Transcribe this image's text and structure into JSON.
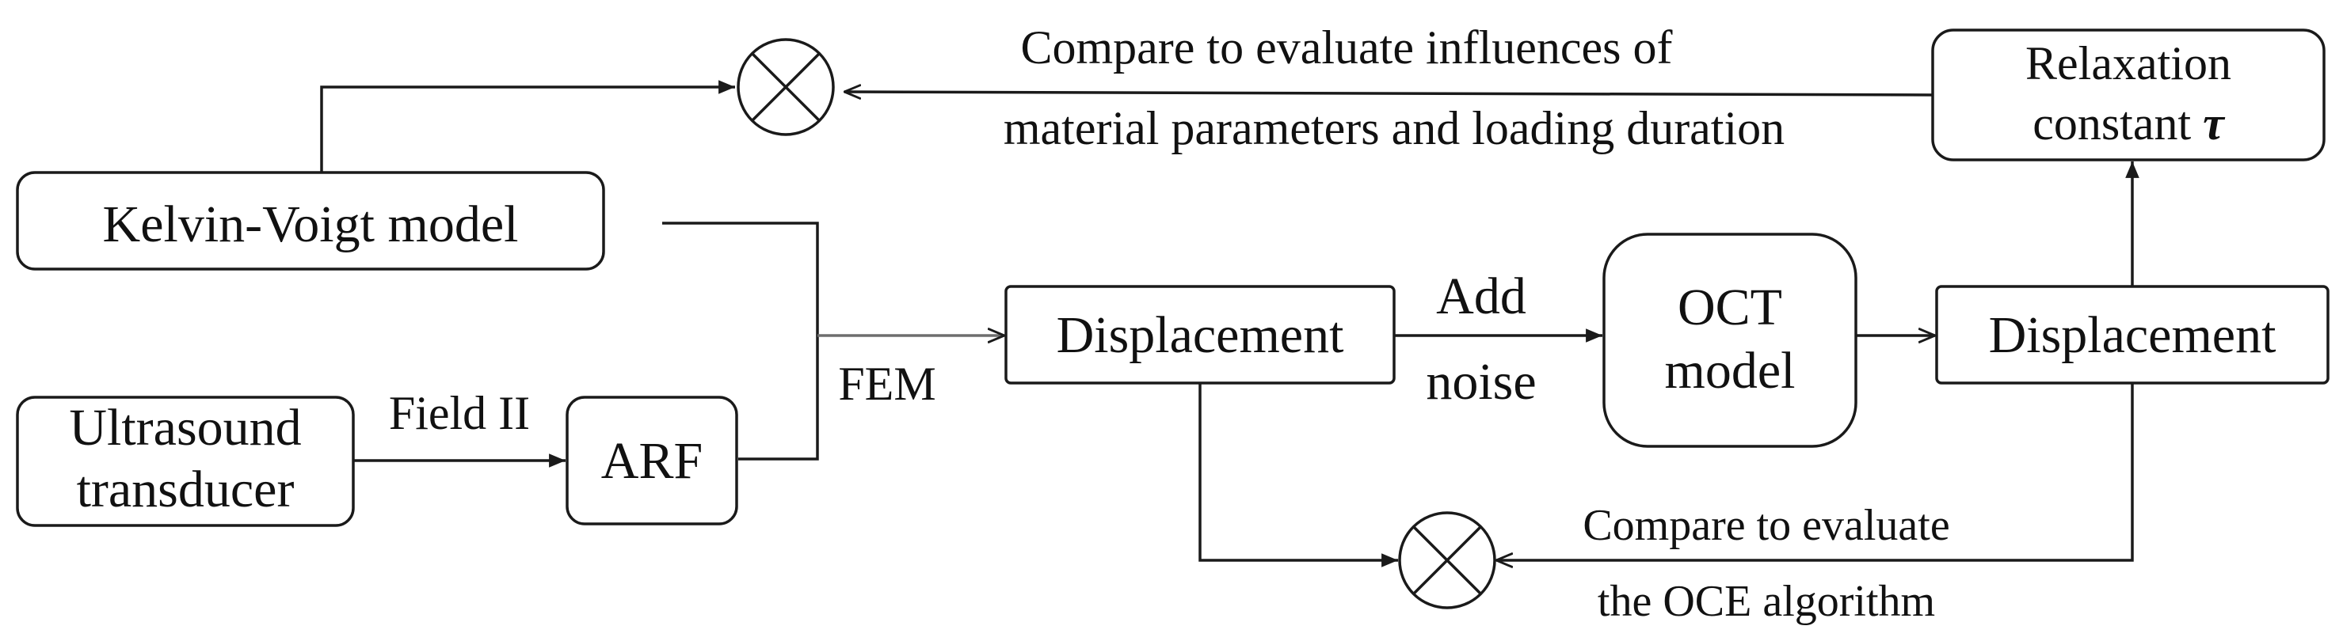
{
  "nodes": {
    "kelvin": {
      "label": "Kelvin-Voigt model"
    },
    "ultrasound": {
      "line1": "Ultrasound",
      "line2": "transducer"
    },
    "arf": {
      "label": "ARF"
    },
    "disp1": {
      "label": "Displacement"
    },
    "oct": {
      "line1": "OCT",
      "line2": "model"
    },
    "disp2": {
      "label": "Displacement"
    },
    "relax": {
      "line1": "Relaxation",
      "line2": "constant ",
      "symbol": "τ"
    }
  },
  "edges": {
    "field_ii": "Field II",
    "fem": "FEM",
    "add_noise": {
      "line1": "Add",
      "line2": "noise"
    },
    "compare_top": {
      "line1": "Compare to evaluate influences of",
      "line2": "material parameters and loading duration"
    },
    "compare_bottom": {
      "line1": "Compare to evaluate",
      "line2": "the OCE algorithm"
    }
  }
}
